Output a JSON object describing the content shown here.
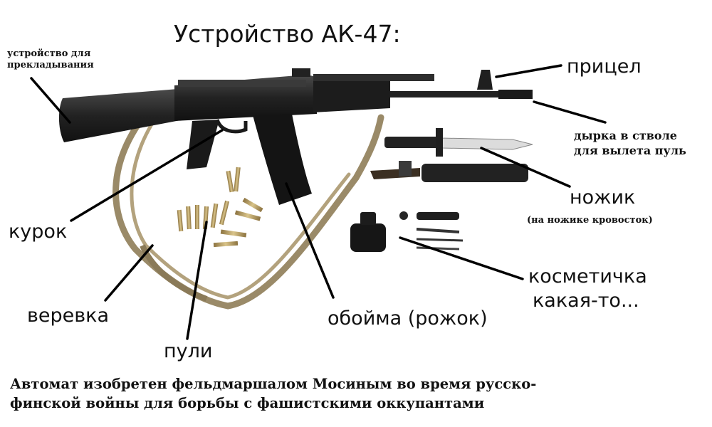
{
  "title": "Устройство АК-47:",
  "labels": {
    "folding_device": [
      "устройство для",
      "прекладывания"
    ],
    "sight": "прицел",
    "barrel_hole": [
      "дырка в стволе",
      "для вылета пуль"
    ],
    "knife": "ножик",
    "knife_note": "(на ножике кровосток)",
    "trigger": "курок",
    "cosmetic_bag": [
      "косметичка",
      "какая-то..."
    ],
    "rope": "веревка",
    "magazine": "обойма (рожок)",
    "bullets": "пули"
  },
  "caption": [
    "Автомат изобретен фельдмаршалом Мосиным во время русско-",
    "финской войны для борьбы с фашистскими оккупантами"
  ],
  "colors": {
    "metal": "#262626",
    "sling": "#9a8a68",
    "brass": "#b49a5a",
    "line": "#000000"
  }
}
